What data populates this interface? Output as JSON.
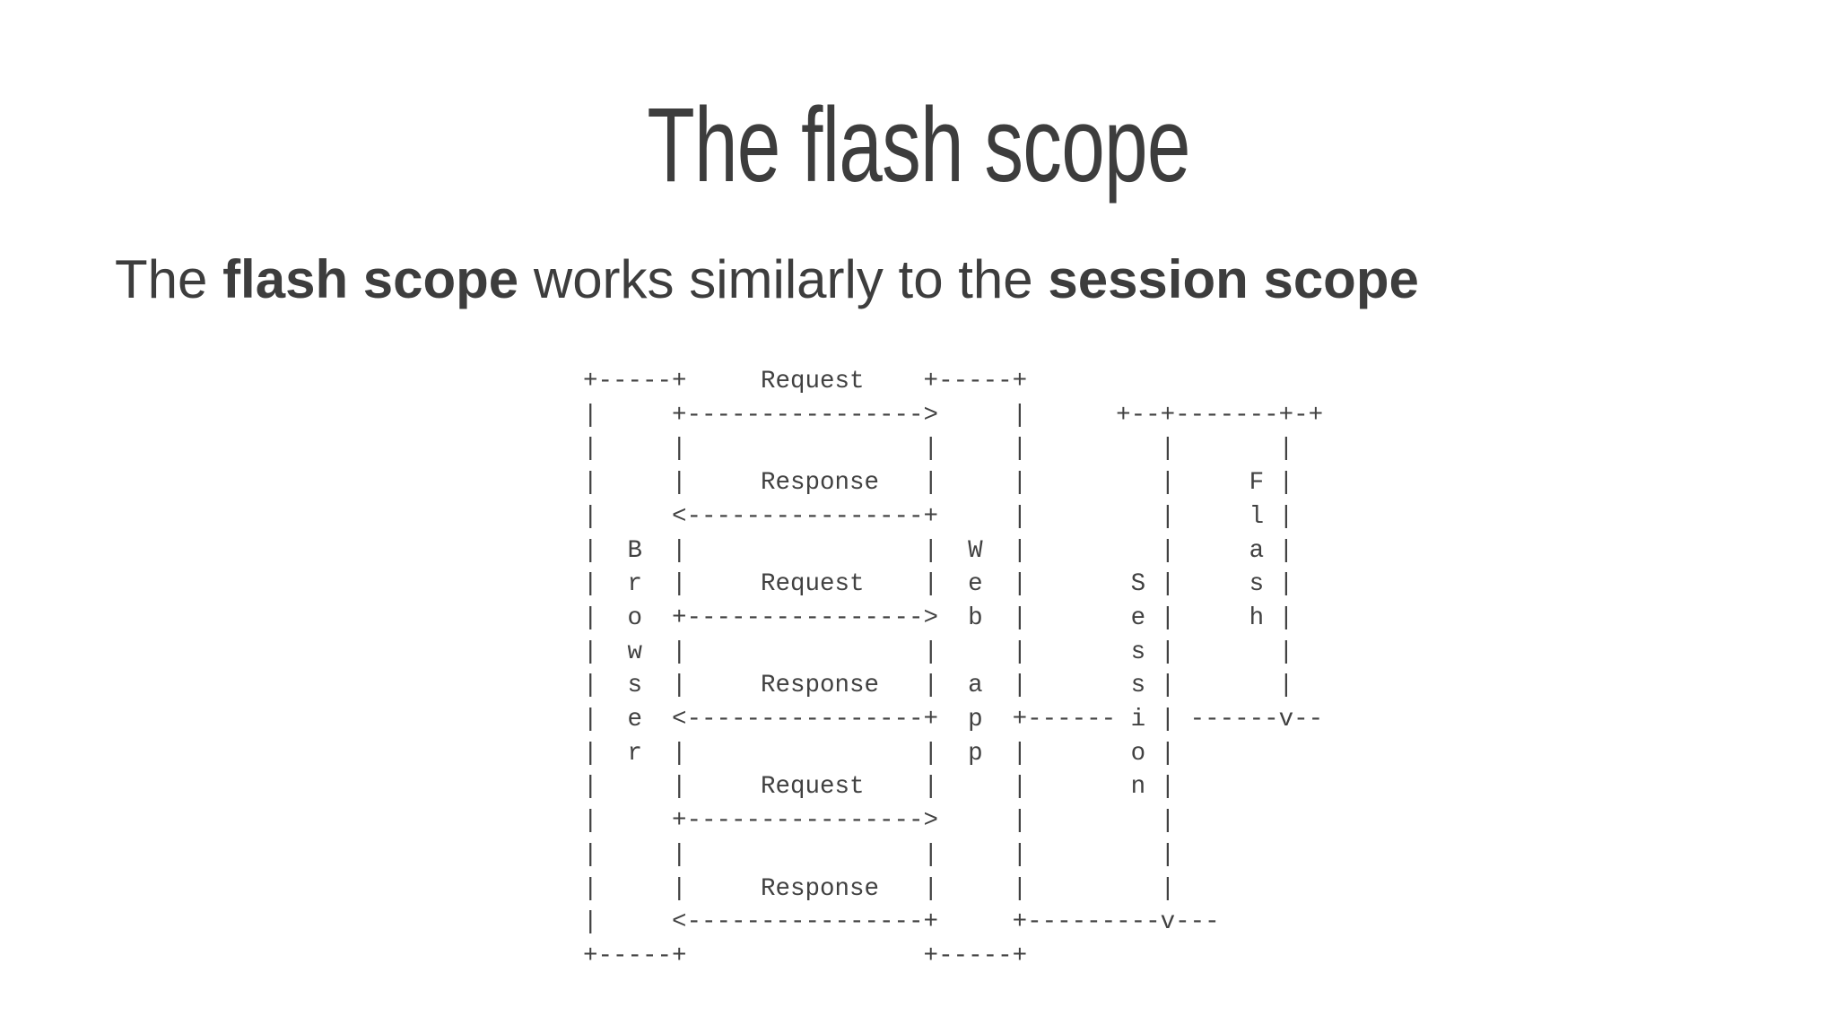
{
  "slide": {
    "title": "The flash scope",
    "subtitle_segments": [
      {
        "text": "The ",
        "bold": false
      },
      {
        "text": "flash scope",
        "bold": true
      },
      {
        "text": " works similarly to the ",
        "bold": false
      },
      {
        "text": "session scope",
        "bold": true
      }
    ],
    "colors": {
      "background": "#ffffff",
      "text": "#3d3d3d",
      "diagram_text": "#414141"
    }
  },
  "ascii_diagram": {
    "labels": {
      "left_box": "Browser",
      "middle_box": "Web app",
      "right_line_1": "Session",
      "right_line_2": "Flash",
      "arrow_right_label": "Request",
      "arrow_left_label": "Response"
    },
    "lines": [
      "+-----+     Request    +-----+",
      "|     +---------------->     |      +--+-------+-+",
      "|     |                |     |         |       |",
      "|     |     Response   |     |         |     F |",
      "|     <----------------+     |         |     l |",
      "|  B  |                |  W  |         |     a |",
      "|  r  |     Request    |  e  |       S |     s |",
      "|  o  +---------------->  b  |       e |     h |",
      "|  w  |                |     |       s |       |",
      "|  s  |     Response   |  a  |       s |       |",
      "|  e  <----------------+  p  +------ i | ------v--",
      "|  r  |                |  p  |       o |",
      "|     |     Request    |     |       n |",
      "|     +---------------->     |         |",
      "|     |                |     |         |",
      "|     |     Response   |     |         |",
      "|     <----------------+     +---------v---",
      "+-----+                +-----+"
    ]
  }
}
